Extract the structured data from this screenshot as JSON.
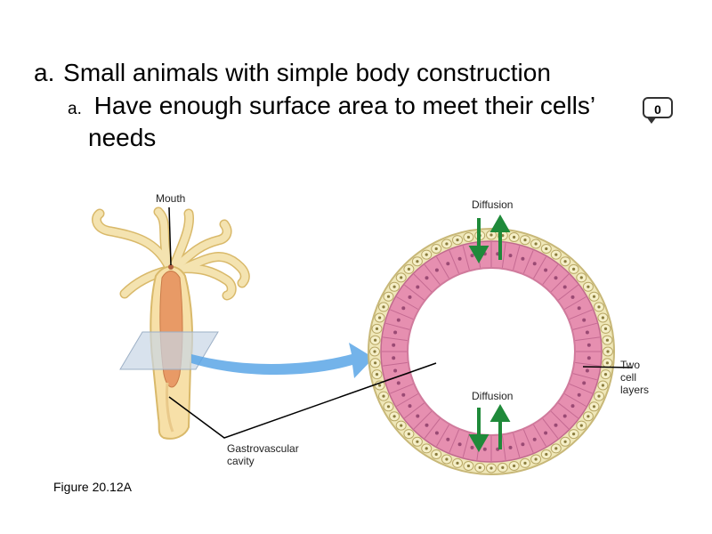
{
  "slide": {
    "bullet1": {
      "marker": "a.",
      "text": "Small animals with simple body construction"
    },
    "bullet2": {
      "marker": "a.",
      "text": "Have enough surface area to meet their cells’",
      "continuation": "needs"
    },
    "comment_count": "0"
  },
  "figure": {
    "caption": "Figure 20.12A",
    "labels": {
      "mouth": "Mouth",
      "diffusion_top": "Diffusion",
      "diffusion_bottom": "Diffusion",
      "gastrovascular_line1": "Gastrovascular",
      "gastrovascular_line2": "cavity",
      "two_cell_line1": "Two",
      "two_cell_line2": "cell",
      "two_cell_line3": "layers"
    }
  },
  "colors": {
    "tentacle": "#f3dfa8",
    "body": "#e9a070",
    "outer_layer": "#efe7b8",
    "inner_layer": "#e88fb0",
    "arrow_green": "#1f8a3a",
    "arrow_blue": "#5aa6e6",
    "plane": "#c8d6e6"
  }
}
